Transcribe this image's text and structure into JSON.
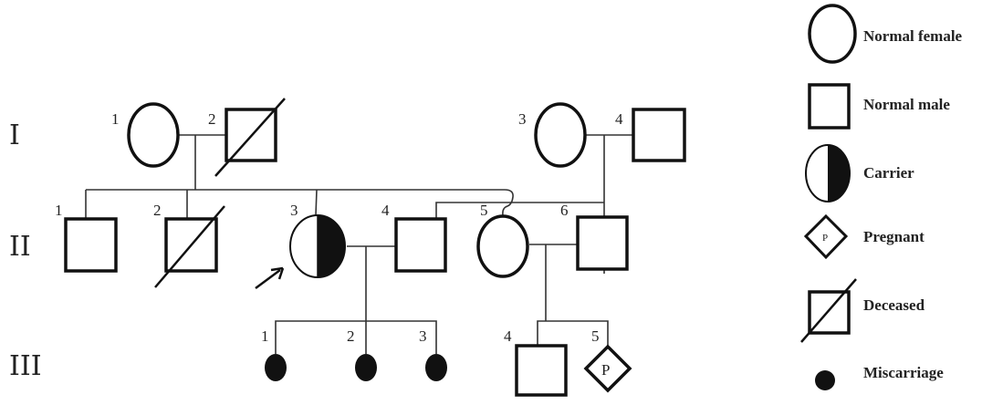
{
  "generations": [
    "I",
    "II",
    "III"
  ],
  "individuals": {
    "I": [
      "1",
      "2",
      "3",
      "4"
    ],
    "II": [
      "1",
      "2",
      "3",
      "4",
      "5",
      "6"
    ],
    "III": [
      "1",
      "2",
      "3",
      "4",
      "5"
    ]
  },
  "pregnant_mark": "P",
  "legend": {
    "normal_female": "Normal female",
    "normal_male": "Normal male",
    "carrier": "Carrier",
    "pregnant": "Pregnant",
    "pregnant_mark": "P",
    "deceased": "Deceased",
    "miscarriage": "Miscarriage"
  }
}
